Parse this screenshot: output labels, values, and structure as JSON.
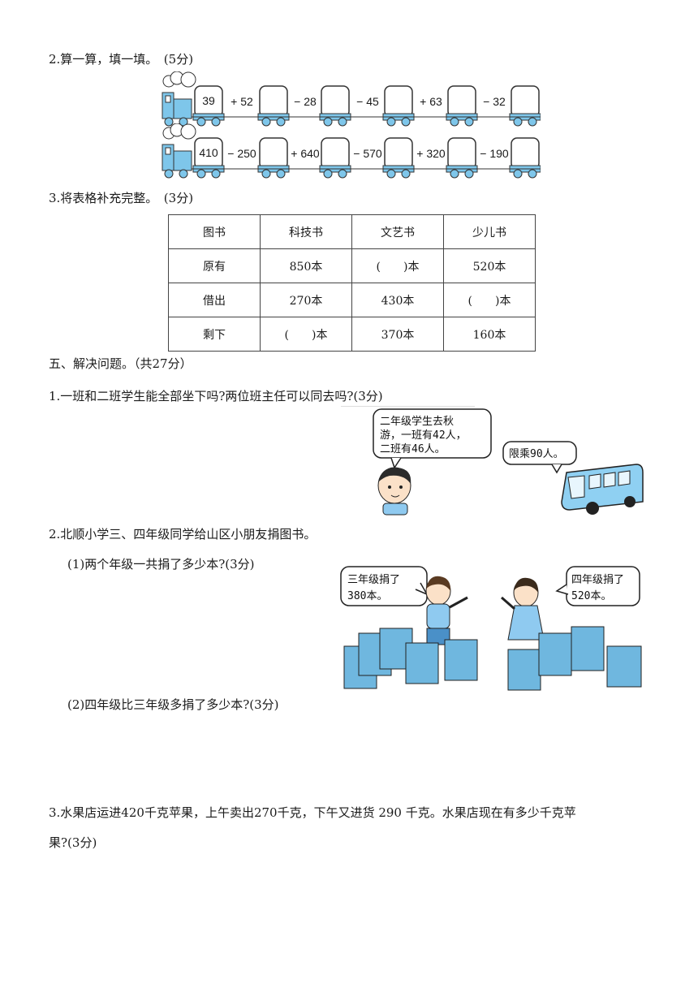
{
  "q2": {
    "title": "2.算一算，填一填。　(5分)",
    "train1": {
      "start": "39",
      "ops": [
        "+ 52",
        "− 28",
        "− 45",
        "+ 63",
        "− 32"
      ]
    },
    "train2": {
      "start": "410",
      "ops": [
        "− 250",
        "+ 640",
        "− 570",
        "+ 320",
        "− 190"
      ]
    }
  },
  "q3": {
    "title": "3.将表格补充完整。　(3分)",
    "headers": [
      "图书",
      "科技书",
      "文艺书",
      "少儿书"
    ],
    "rows": [
      [
        "原有",
        "850本",
        "(　　)本",
        "520本"
      ],
      [
        "借出",
        "270本",
        "430本",
        "(　　)本"
      ],
      [
        "剩下",
        "(　　)本",
        "370本",
        "160本"
      ]
    ]
  },
  "section5": {
    "title": "五、解决问题。（共27分）"
  },
  "p1": {
    "text": "1.一班和二班学生能全部坐下吗?两位班主任可以同去吗?(3分)",
    "bubble_lines": [
      "二年级学生去秋",
      "游，一班有42人，",
      "二班有46人。"
    ],
    "bus_label": "限乘90人。"
  },
  "p2": {
    "text": "2.北顺小学三、四年级同学给山区小朋友捐图书。",
    "sub1": "(1)两个年级一共捐了多少本?(3分)",
    "sub2": "(2)四年级比三年级多捐了多少本?(3分)",
    "boy_lines": [
      "三年级捐了",
      "380本。"
    ],
    "girl_lines": [
      "四年级捐了",
      "520本。"
    ]
  },
  "p3": {
    "line1": "3.水果店运进420千克苹果，上午卖出270千克，下午又进货 290 千克。水果店现在有多少千克苹",
    "line2": "果?(3分)"
  }
}
